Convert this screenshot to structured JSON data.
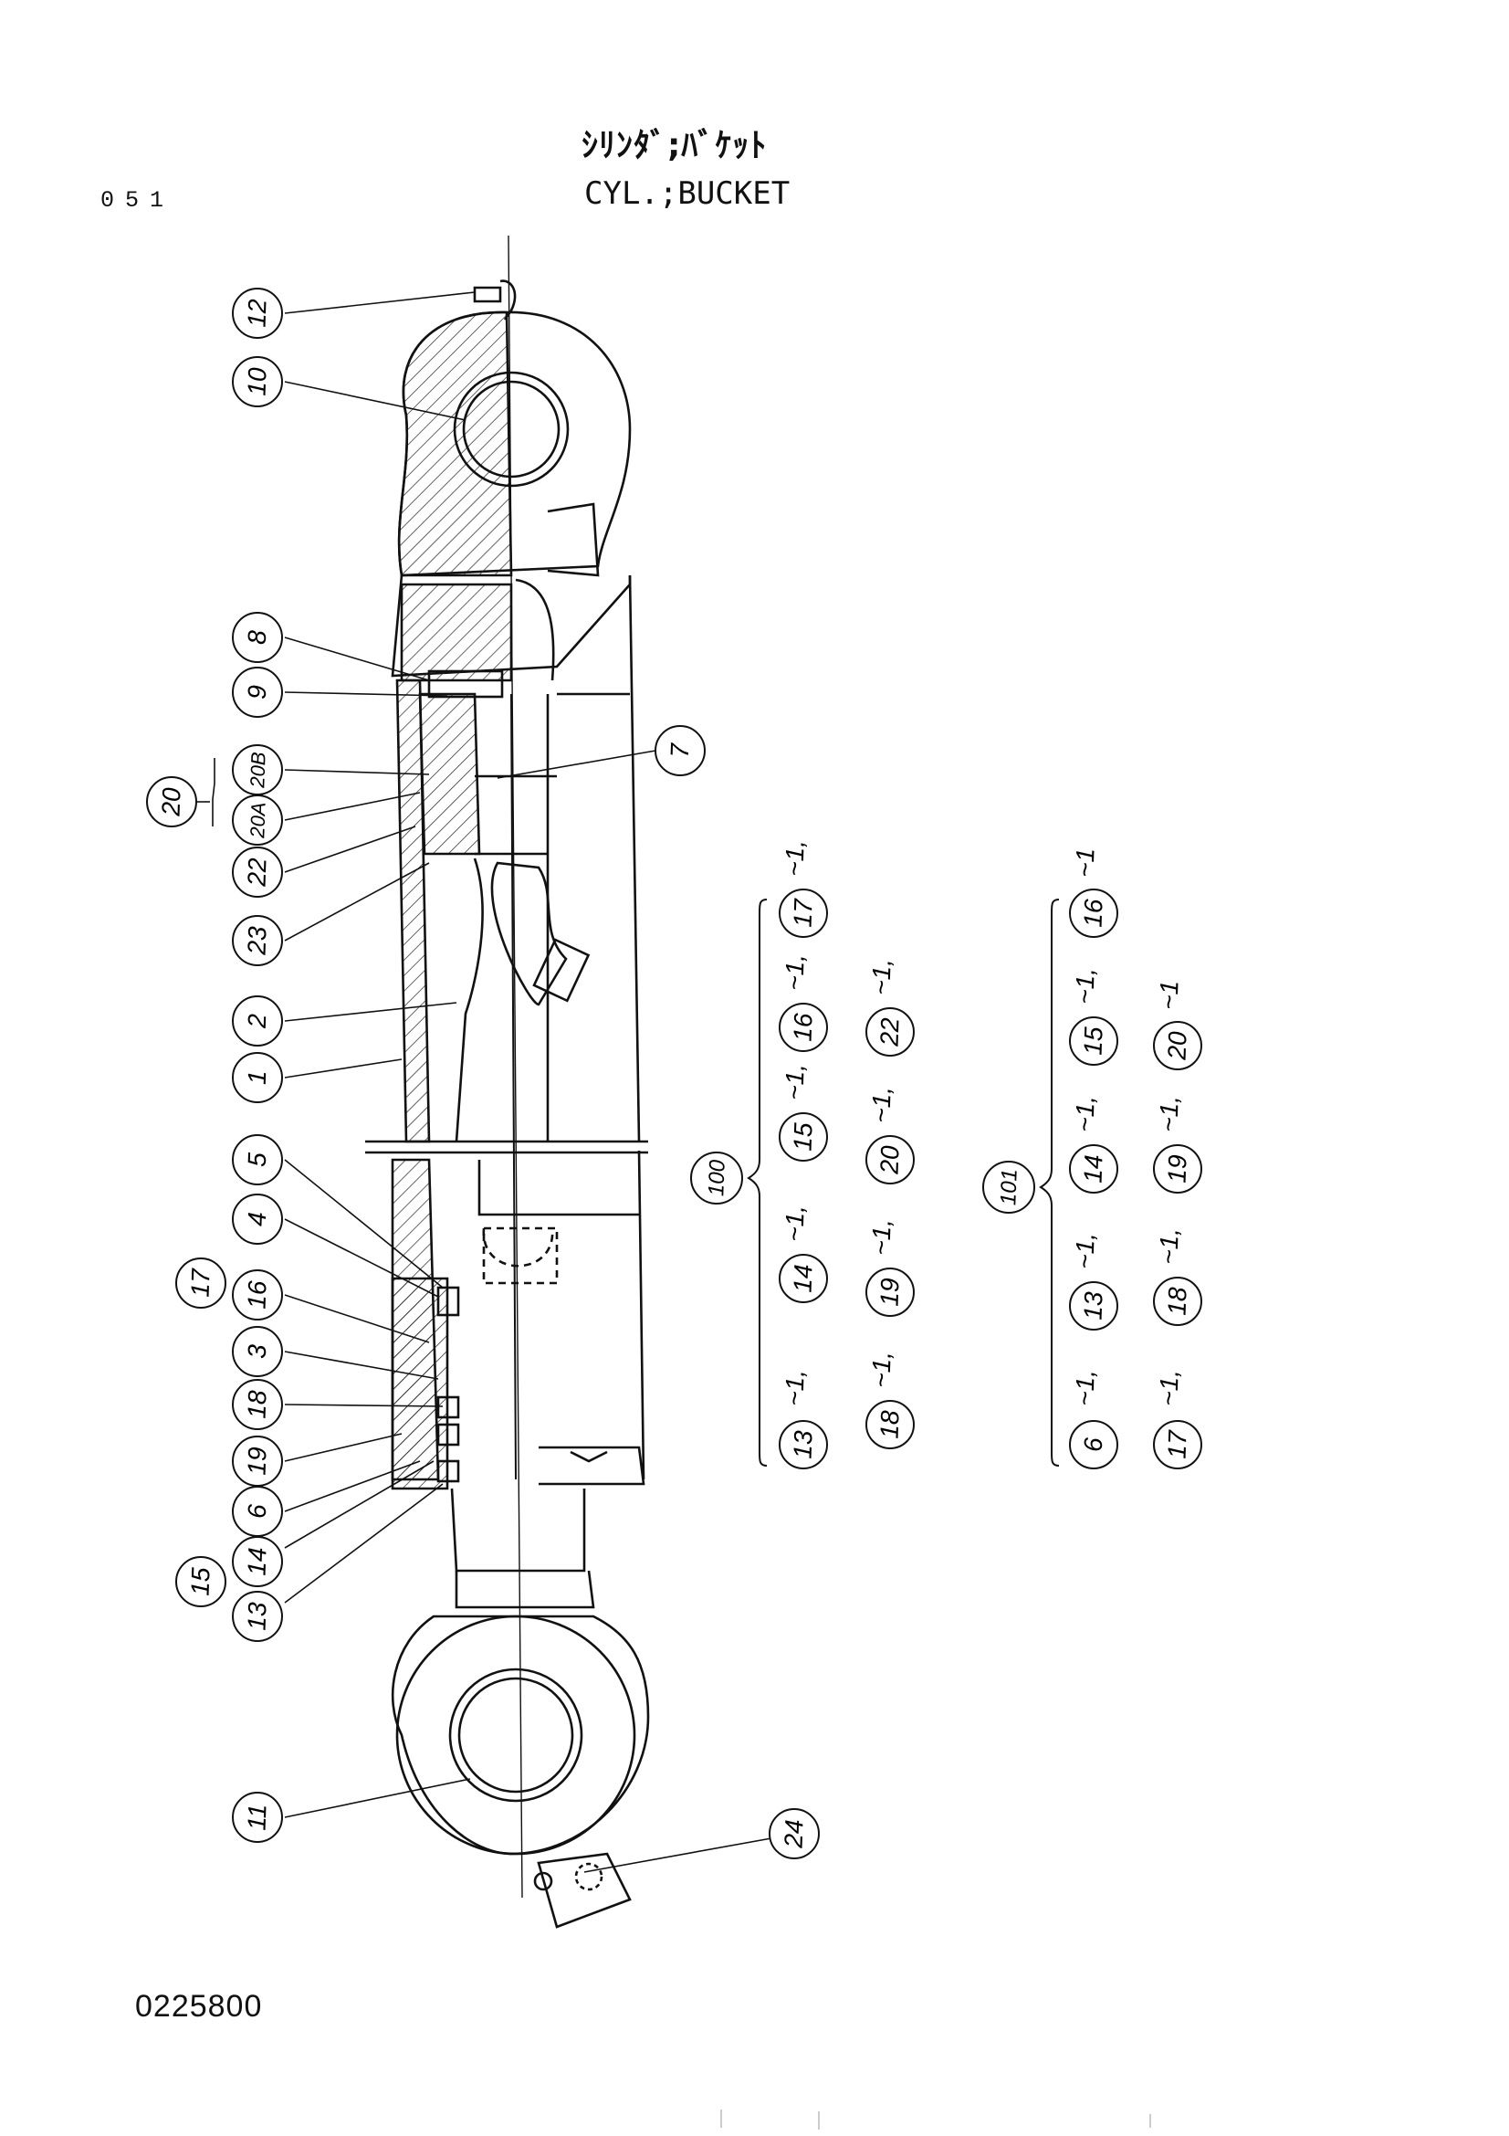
{
  "header": {
    "page_number": "051",
    "title_jp": "ｼﾘﾝﾀﾞ;ﾊﾞｹｯﾄ",
    "title_en": "CYL.;BUCKET"
  },
  "footer": {
    "drawing_number": "0225800"
  },
  "callouts": [
    {
      "label": "12"
    },
    {
      "label": "10"
    },
    {
      "label": "8"
    },
    {
      "label": "9"
    },
    {
      "label": "20"
    },
    {
      "label": "20B"
    },
    {
      "label": "20A"
    },
    {
      "label": "22"
    },
    {
      "label": "23"
    },
    {
      "label": "2"
    },
    {
      "label": "1"
    },
    {
      "label": "5"
    },
    {
      "label": "4"
    },
    {
      "label": "17"
    },
    {
      "label": "16"
    },
    {
      "label": "3"
    },
    {
      "label": "18"
    },
    {
      "label": "19"
    },
    {
      "label": "6"
    },
    {
      "label": "15"
    },
    {
      "label": "14"
    },
    {
      "label": "13"
    },
    {
      "label": "11"
    },
    {
      "label": "7"
    },
    {
      "label": "24"
    }
  ],
  "kits": [
    {
      "label": "100",
      "items": [
        {
          "part": "13",
          "qty": "~1,"
        },
        {
          "part": "14",
          "qty": "~1,"
        },
        {
          "part": "15",
          "qty": "~1,"
        },
        {
          "part": "16",
          "qty": "~1,"
        },
        {
          "part": "17",
          "qty": "~1,"
        },
        {
          "part": "18",
          "qty": "~1,"
        },
        {
          "part": "19",
          "qty": "~1,"
        },
        {
          "part": "20",
          "qty": "~1,"
        },
        {
          "part": "22",
          "qty": "~1,"
        }
      ]
    },
    {
      "label": "101",
      "items": [
        {
          "part": "6",
          "qty": "~1,"
        },
        {
          "part": "13",
          "qty": "~1,"
        },
        {
          "part": "14",
          "qty": "~1,"
        },
        {
          "part": "15",
          "qty": "~1,"
        },
        {
          "part": "16",
          "qty": "~1"
        },
        {
          "part": "17",
          "qty": "~1,"
        },
        {
          "part": "18",
          "qty": "~1,"
        },
        {
          "part": "19",
          "qty": "~1,"
        },
        {
          "part": "20",
          "qty": "~1"
        }
      ]
    }
  ]
}
